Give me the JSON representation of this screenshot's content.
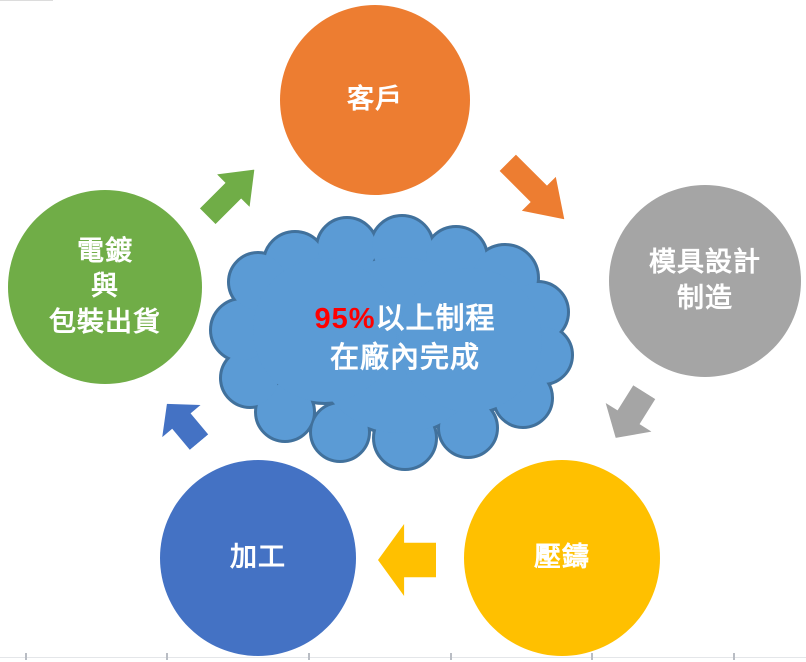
{
  "diagram": {
    "background": "#FFFFFF",
    "cloud": {
      "fill": "#5B9BD5",
      "border": "#41719C",
      "highlight": "95%",
      "highlight_color": "#FF0000",
      "line1_rest": "以上制程",
      "line2": "在廠內完成",
      "text_color": "#FFFFFF"
    },
    "nodes": [
      {
        "id": "customer",
        "lines": [
          "客戶"
        ],
        "color": "#ED7D31",
        "text_color": "#FFFFFF"
      },
      {
        "id": "mold-design-manufacturing",
        "lines": [
          "模具設計",
          "制造"
        ],
        "color": "#A5A5A5",
        "text_color": "#FFFFFF"
      },
      {
        "id": "die-casting",
        "lines": [
          "壓鑄"
        ],
        "color": "#FFC000",
        "text_color": "#FFFFFF"
      },
      {
        "id": "machining",
        "lines": [
          "加工"
        ],
        "color": "#4472C4",
        "text_color": "#FFFFFF"
      },
      {
        "id": "plating-packing-shipping",
        "lines": [
          "電鍍",
          "與",
          "包裝出貨"
        ],
        "color": "#70AD47",
        "text_color": "#FFFFFF"
      }
    ],
    "arrows": [
      {
        "id": "customer-to-mold",
        "direction": "down-right",
        "color": "#ED7D31"
      },
      {
        "id": "mold-to-die-casting",
        "direction": "down-left",
        "color": "#A5A5A5"
      },
      {
        "id": "die-casting-to-machining",
        "direction": "left",
        "color": "#FFC000"
      },
      {
        "id": "machining-to-plating",
        "direction": "up-left",
        "color": "#4472C4"
      },
      {
        "id": "plating-to-customer",
        "direction": "up-right",
        "color": "#70AD47"
      }
    ]
  }
}
